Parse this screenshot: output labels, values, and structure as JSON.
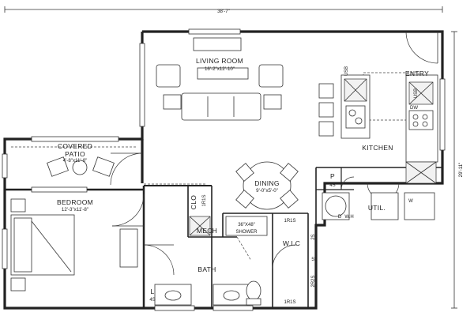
{
  "overall": {
    "width_label": "38'-7\"",
    "depth_label": "29'-11\""
  },
  "rooms": {
    "living": {
      "name": "LIVING ROOM",
      "dims": "16'-2\"x12'-10\""
    },
    "entry": {
      "name": "ENTRY"
    },
    "kitchen": {
      "name": "KITCHEN"
    },
    "covered_patio": {
      "name_line1": "COVERED",
      "name_line2": "PATIO",
      "dims": "4'-8\"x11'-8\""
    },
    "dining": {
      "name": "DINING",
      "dims": "9'-0\"x5'-0\""
    },
    "bedroom": {
      "name": "BEDROOM",
      "dims": "12'-3\"x11'-8\""
    },
    "mech": {
      "name": "MECH"
    },
    "clo": {
      "name": "CLO"
    },
    "shower": {
      "line1": "36\"X48\"",
      "line2": "SHOWER"
    },
    "wic": {
      "name": "W.I.C"
    },
    "bath": {
      "name": "BATH"
    },
    "util": {
      "name": "UTIL."
    },
    "pantry": {
      "name": "P",
      "shelf": "4S"
    },
    "linen": {
      "name": "L",
      "shelf": "4S"
    }
  },
  "fixtures": {
    "usb_kitchen_left": "USB",
    "usb_kitchen_right": "USB",
    "dw": "DW",
    "w": "W",
    "dh": "D",
    "wh": "W.H",
    "clo_shelf": "1R1S",
    "wic_top": "1R1S",
    "wic_bottom": "1R1S",
    "wic_side_1": "2S",
    "wic_side_2": "5S",
    "wic_side_3": "2R2S"
  }
}
